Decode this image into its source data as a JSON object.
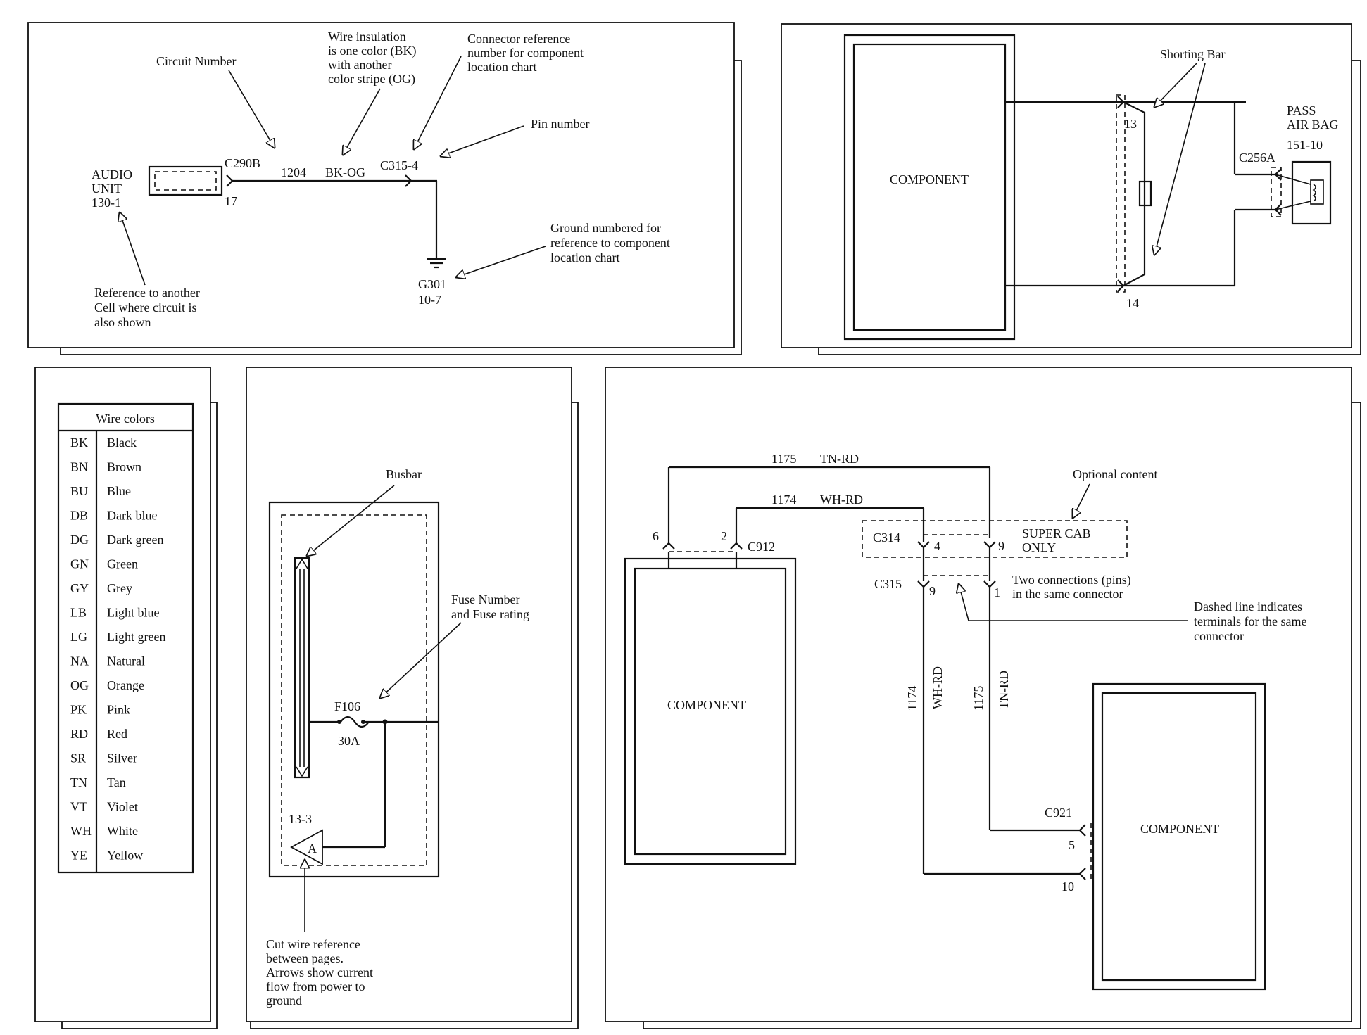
{
  "panel1": {
    "circuit_number_callout": "Circuit Number",
    "insulation_callout": [
      "Wire insulation",
      "is one color (BK)",
      "with another",
      "color stripe (OG)"
    ],
    "connector_ref_callout": [
      "Connector reference",
      "number for component",
      "location chart"
    ],
    "pin_number_callout": "Pin number",
    "component": [
      "AUDIO",
      "UNIT",
      "130-1"
    ],
    "connector_left": "C290B",
    "pin_left": "17",
    "circuit": "1204",
    "wire_color": "BK-OG",
    "connector_right": "C315-4",
    "ground_callout": [
      "Ground numbered for",
      "reference to component",
      "location chart"
    ],
    "ground_id": "G301",
    "ground_ref": "10-7",
    "cell_ref_callout": [
      "Reference to another",
      "Cell where circuit is",
      "also shown"
    ]
  },
  "panel2": {
    "component": "COMPONENT",
    "shorting_bar": "Shorting Bar",
    "pin_top": "13",
    "pin_bottom": "14",
    "connector": "C256A",
    "device": [
      "PASS",
      "AIR BAG",
      "151-10"
    ]
  },
  "panel3": {
    "title": "Wire colors",
    "rows": [
      {
        "code": "BK",
        "name": "Black"
      },
      {
        "code": "BN",
        "name": "Brown"
      },
      {
        "code": "BU",
        "name": "Blue"
      },
      {
        "code": "DB",
        "name": "Dark blue"
      },
      {
        "code": "DG",
        "name": "Dark green"
      },
      {
        "code": "GN",
        "name": "Green"
      },
      {
        "code": "GY",
        "name": "Grey"
      },
      {
        "code": "LB",
        "name": "Light blue"
      },
      {
        "code": "LG",
        "name": "Light green"
      },
      {
        "code": "NA",
        "name": "Natural"
      },
      {
        "code": "OG",
        "name": "Orange"
      },
      {
        "code": "PK",
        "name": "Pink"
      },
      {
        "code": "RD",
        "name": "Red"
      },
      {
        "code": "SR",
        "name": "Silver"
      },
      {
        "code": "TN",
        "name": "Tan"
      },
      {
        "code": "VT",
        "name": "Violet"
      },
      {
        "code": "WH",
        "name": "White"
      },
      {
        "code": "YE",
        "name": "Yellow"
      }
    ]
  },
  "panel4": {
    "busbar": "Busbar",
    "fuse_callout": [
      "Fuse Number",
      "and Fuse rating"
    ],
    "fuse_id": "F106",
    "fuse_rating": "30A",
    "cut_ref": "13-3",
    "cut_letter": "A",
    "cut_callout": [
      "Cut wire reference",
      "between pages.",
      "Arrows show current",
      "flow from power to",
      "ground"
    ]
  },
  "panel5": {
    "top_circuit": "1175",
    "top_color": "TN-RD",
    "mid_circuit": "1174",
    "mid_color": "WH-RD",
    "optional_callout": "Optional content",
    "pin_6": "6",
    "pin_2": "2",
    "connector_c912": "C912",
    "connector_c314": "C314",
    "pin_c314_a": "4",
    "pin_c314_b": "9",
    "super_cab": [
      "SUPER CAB",
      "ONLY"
    ],
    "connector_c315": "C315",
    "pin_c315_a": "9",
    "pin_c315_b": "1",
    "two_conn_callout": [
      "Two connections (pins)",
      "in the same connector"
    ],
    "dashed_callout": [
      "Dashed line indicates",
      "terminals for the same",
      "connector"
    ],
    "left_component": "COMPONENT",
    "vert_circuit_a": "1174",
    "vert_color_a": "WH-RD",
    "vert_circuit_b": "1175",
    "vert_color_b": "TN-RD",
    "connector_c921": "C921",
    "pin_5": "5",
    "pin_10": "10",
    "right_component": "COMPONENT"
  }
}
